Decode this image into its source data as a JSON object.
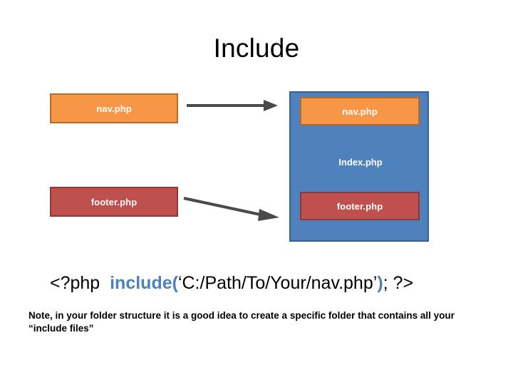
{
  "slide": {
    "title": "Include"
  },
  "left_column": {
    "nav_box": {
      "label": "nav.php",
      "color": "#F79646"
    },
    "footer_box": {
      "label": "footer.php",
      "color": "#C0504D"
    }
  },
  "index_container": {
    "color": "#4F81BD",
    "border_color": "#376092",
    "page_label": "Index.php",
    "nav_box": {
      "label": "nav.php",
      "color": "#F79646"
    },
    "footer_box": {
      "label": "footer.php",
      "color": "#C0504D"
    }
  },
  "arrows": [
    {
      "name": "arrow-nav",
      "direction": "right",
      "color": "#4A4A4A"
    },
    {
      "name": "arrow-footer",
      "direction": "right-down",
      "color": "#4A4A4A"
    }
  ],
  "code": {
    "open_tag": "<?php  ",
    "keyword": "include(",
    "path": "‘C:/Path/To/Your/nav.php’",
    "close_paren": ")",
    "semicolon": "; ",
    "close_tag": "?>",
    "accent_color": "#4F81BD"
  },
  "note": {
    "text": "Note, in your folder structure it is a good idea to create a specific folder that contains all your “include files”"
  }
}
